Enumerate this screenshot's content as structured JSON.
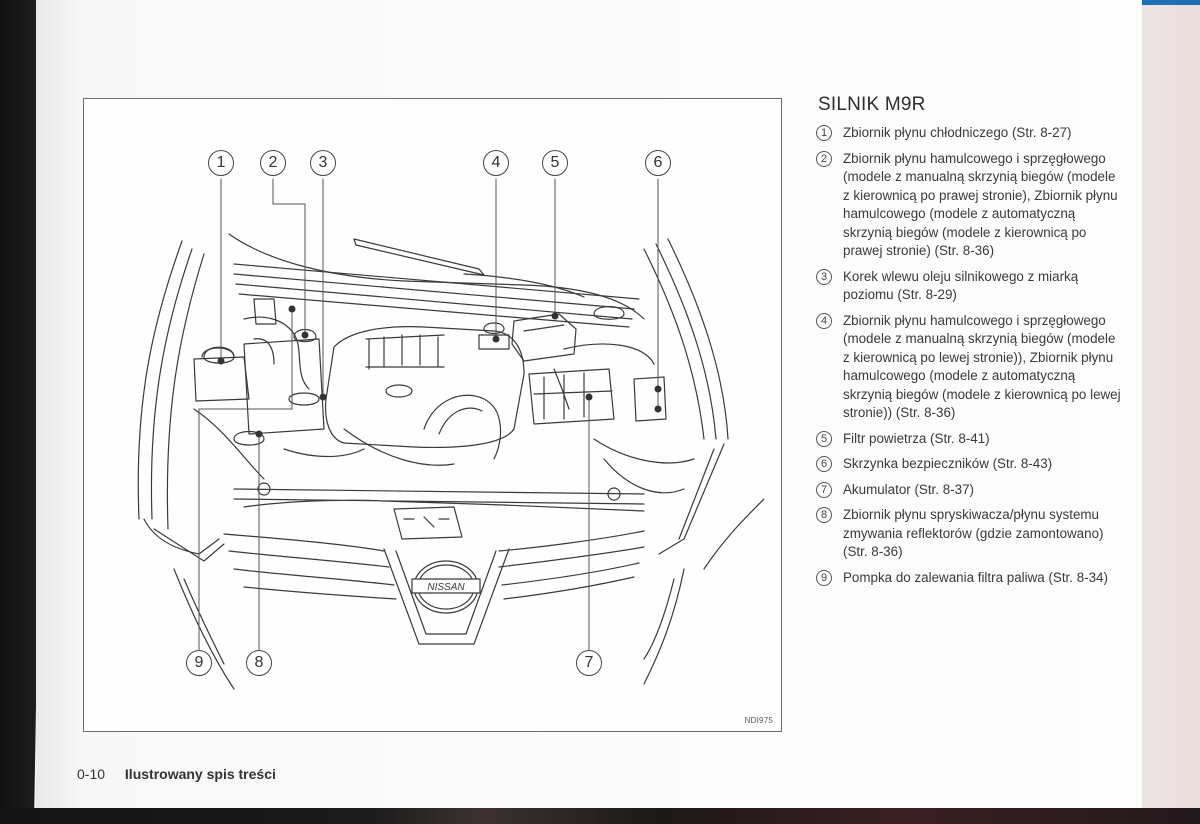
{
  "section": {
    "title": "SILNIK M9R"
  },
  "items": [
    {
      "number": "1",
      "text": "Zbiornik płynu chłodniczego (Str. 8-27)"
    },
    {
      "number": "2",
      "text": "Zbiornik płynu hamulcowego i sprzęgłowego\n(modele z manualną skrzynią biegów (modele\nz kierownicą po prawej stronie), Zbiornik płynu\nhamulcowego (modele z automatyczną\nskrzynią biegów (modele z kierownicą po\nprawej stronie) (Str. 8-36)"
    },
    {
      "number": "3",
      "text": "Korek wlewu oleju silnikowego z miarką\npoziomu (Str. 8-29)"
    },
    {
      "number": "4",
      "text": "Zbiornik płynu hamulcowego i sprzęgłowego\n(modele z manualną skrzynią biegów (modele\nz kierownicą po lewej stronie)), Zbiornik płynu\nhamulcowego (modele z automatyczną\nskrzynią biegów (modele z kierownicą po lewej\nstronie)) (Str. 8-36)"
    },
    {
      "number": "5",
      "text": "Filtr powietrza (Str. 8-41)"
    },
    {
      "number": "6",
      "text": "Skrzynka bezpieczników (Str. 8-43)"
    },
    {
      "number": "7",
      "text": "Akumulator (Str. 8-37)"
    },
    {
      "number": "8",
      "text": "Zbiornik płynu spryskiwacza/płynu systemu\nzmywania reflektorów (gdzie zamontowano)\n(Str. 8-36)"
    },
    {
      "number": "9",
      "text": "Pompka do zalewania filtra paliwa (Str. 8-34)"
    }
  ],
  "figure": {
    "code": "NDI975",
    "callouts": [
      "1",
      "2",
      "3",
      "4",
      "5",
      "6",
      "7",
      "8",
      "9"
    ],
    "logo_text": "NISSAN"
  },
  "footer": {
    "page_number": "0-10",
    "chapter_title": "Ilustrowany spis treści"
  },
  "colors": {
    "page": "#fbfbfb",
    "text": "#3a3a3a",
    "frame": "#6b6b6b",
    "binding": "#111111",
    "next_page_tab": "#1f6fb7"
  }
}
